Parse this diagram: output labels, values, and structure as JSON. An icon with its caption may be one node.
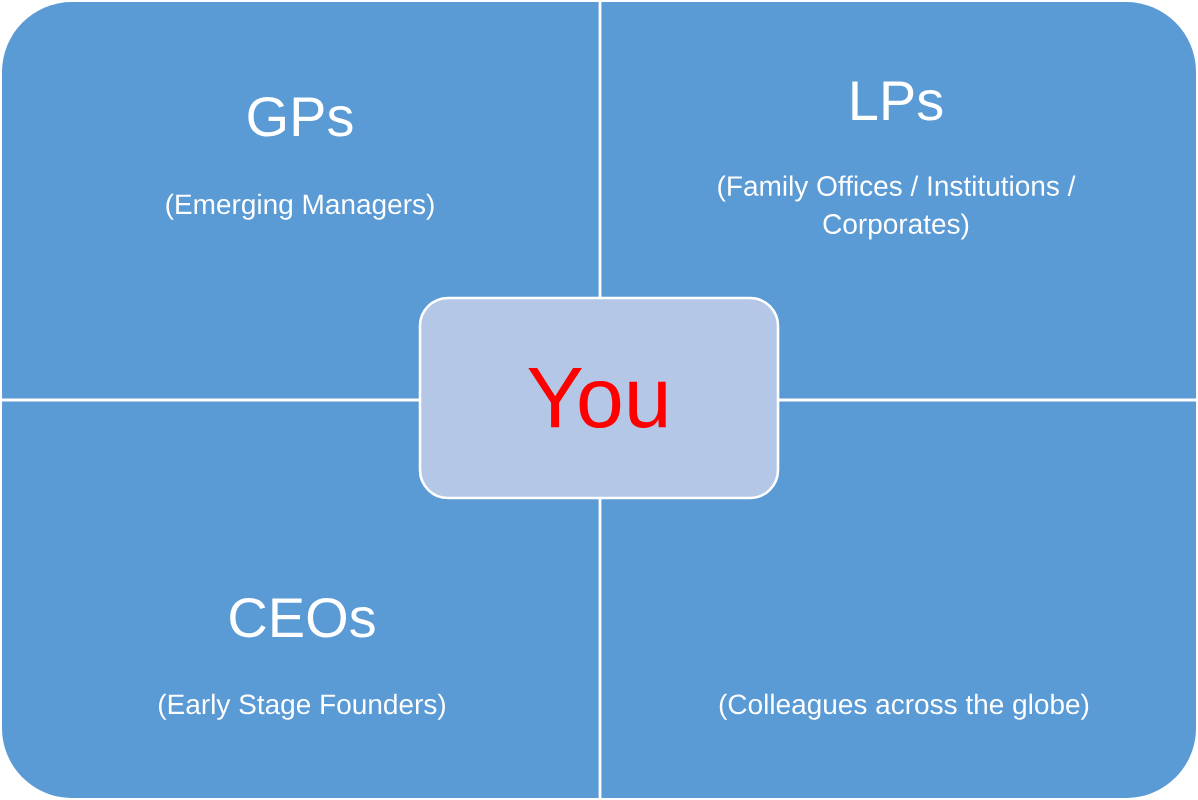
{
  "diagram": {
    "nodes": [
      {
        "text": [
          "GPs",
          "(Emerging Managers)"
        ]
      },
      {
        "text": [
          "LPs",
          "(Family Offices / Institutions / Corporates)"
        ]
      },
      {
        "text": [
          "CEOs",
          "(Early Stage Founders)"
        ]
      },
      {
        "text": [
          "(Colleagues across the globe)"
        ]
      },
      {
        "text": [
          "You"
        ]
      }
    ]
  }
}
